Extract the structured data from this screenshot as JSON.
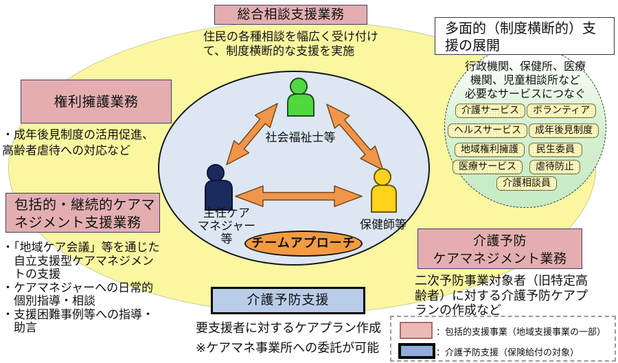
{
  "top_box": {
    "title": "総合相談支援業務",
    "description": "住民の各種相談を幅広く受け付けて、制度横断的な支援を実施"
  },
  "rights_box": {
    "title": "権利擁護業務",
    "description": "・成年後見制度の活用促進、高齢者虐待への対応など"
  },
  "comprehensive_box": {
    "title": "包括的・継続的ケアマネジメント支援業務",
    "bullets": [
      "・「地域ケア会議」等を通じた自立支援型ケアマネジメントの支援",
      "・ケアマネジャーへの日常的個別指導・相談",
      "・支援困難事例等への指導・助言"
    ]
  },
  "team": {
    "label": "チームアプローチ",
    "members": {
      "social_worker": {
        "label": "社会福祉士等",
        "color": "#4fd83f"
      },
      "chief_care_manager": {
        "label_lines": [
          "主任ケア",
          "マネジャー",
          "等"
        ],
        "color": "#1b2a5e"
      },
      "public_health_nurse": {
        "label": "保健師等",
        "color": "#ffd21e"
      }
    }
  },
  "multi_support": {
    "title": "多面的（制度横断的）支援の展開",
    "intro_lines": [
      "行政機関、保健所、医療",
      "機関、児童相談所など",
      "必要なサービスにつなぐ"
    ],
    "chips": [
      "介護サービス",
      "ボランティア",
      "ヘルスサービス",
      "成年後見制度",
      "地域権利擁護",
      "民生委員",
      "医療サービス",
      "虐待防止",
      "介護相談員"
    ]
  },
  "prevention_cm_box": {
    "title_lines": [
      "介護予防",
      "ケアマネジメント業務"
    ],
    "description": "二次予防事業対象者（旧特定高齢者）に対する介護予防ケアプランの作成など"
  },
  "prevention_support_box": {
    "title": "介護予防支援",
    "line1": "要支援者に対するケアプラン作成",
    "line2": "※ケアマネ事業所への委託が可能"
  },
  "legend": {
    "items": [
      {
        "swatch_color": "#ecb9b9",
        "label": "：包括的支援事業（地域支援事業の一部）"
      },
      {
        "swatch_color": "#8facdc",
        "label": "：介護予防支援（保険給付の対象）"
      }
    ]
  },
  "palette": {
    "outer_ellipse": "#faf7a0",
    "inner_ellipse": "#dce7f3",
    "business_box": "#e4aeb0",
    "prevention_box": "#b9cde9",
    "arrow": "#f0954c",
    "team_ellipse": "#f49b42"
  }
}
